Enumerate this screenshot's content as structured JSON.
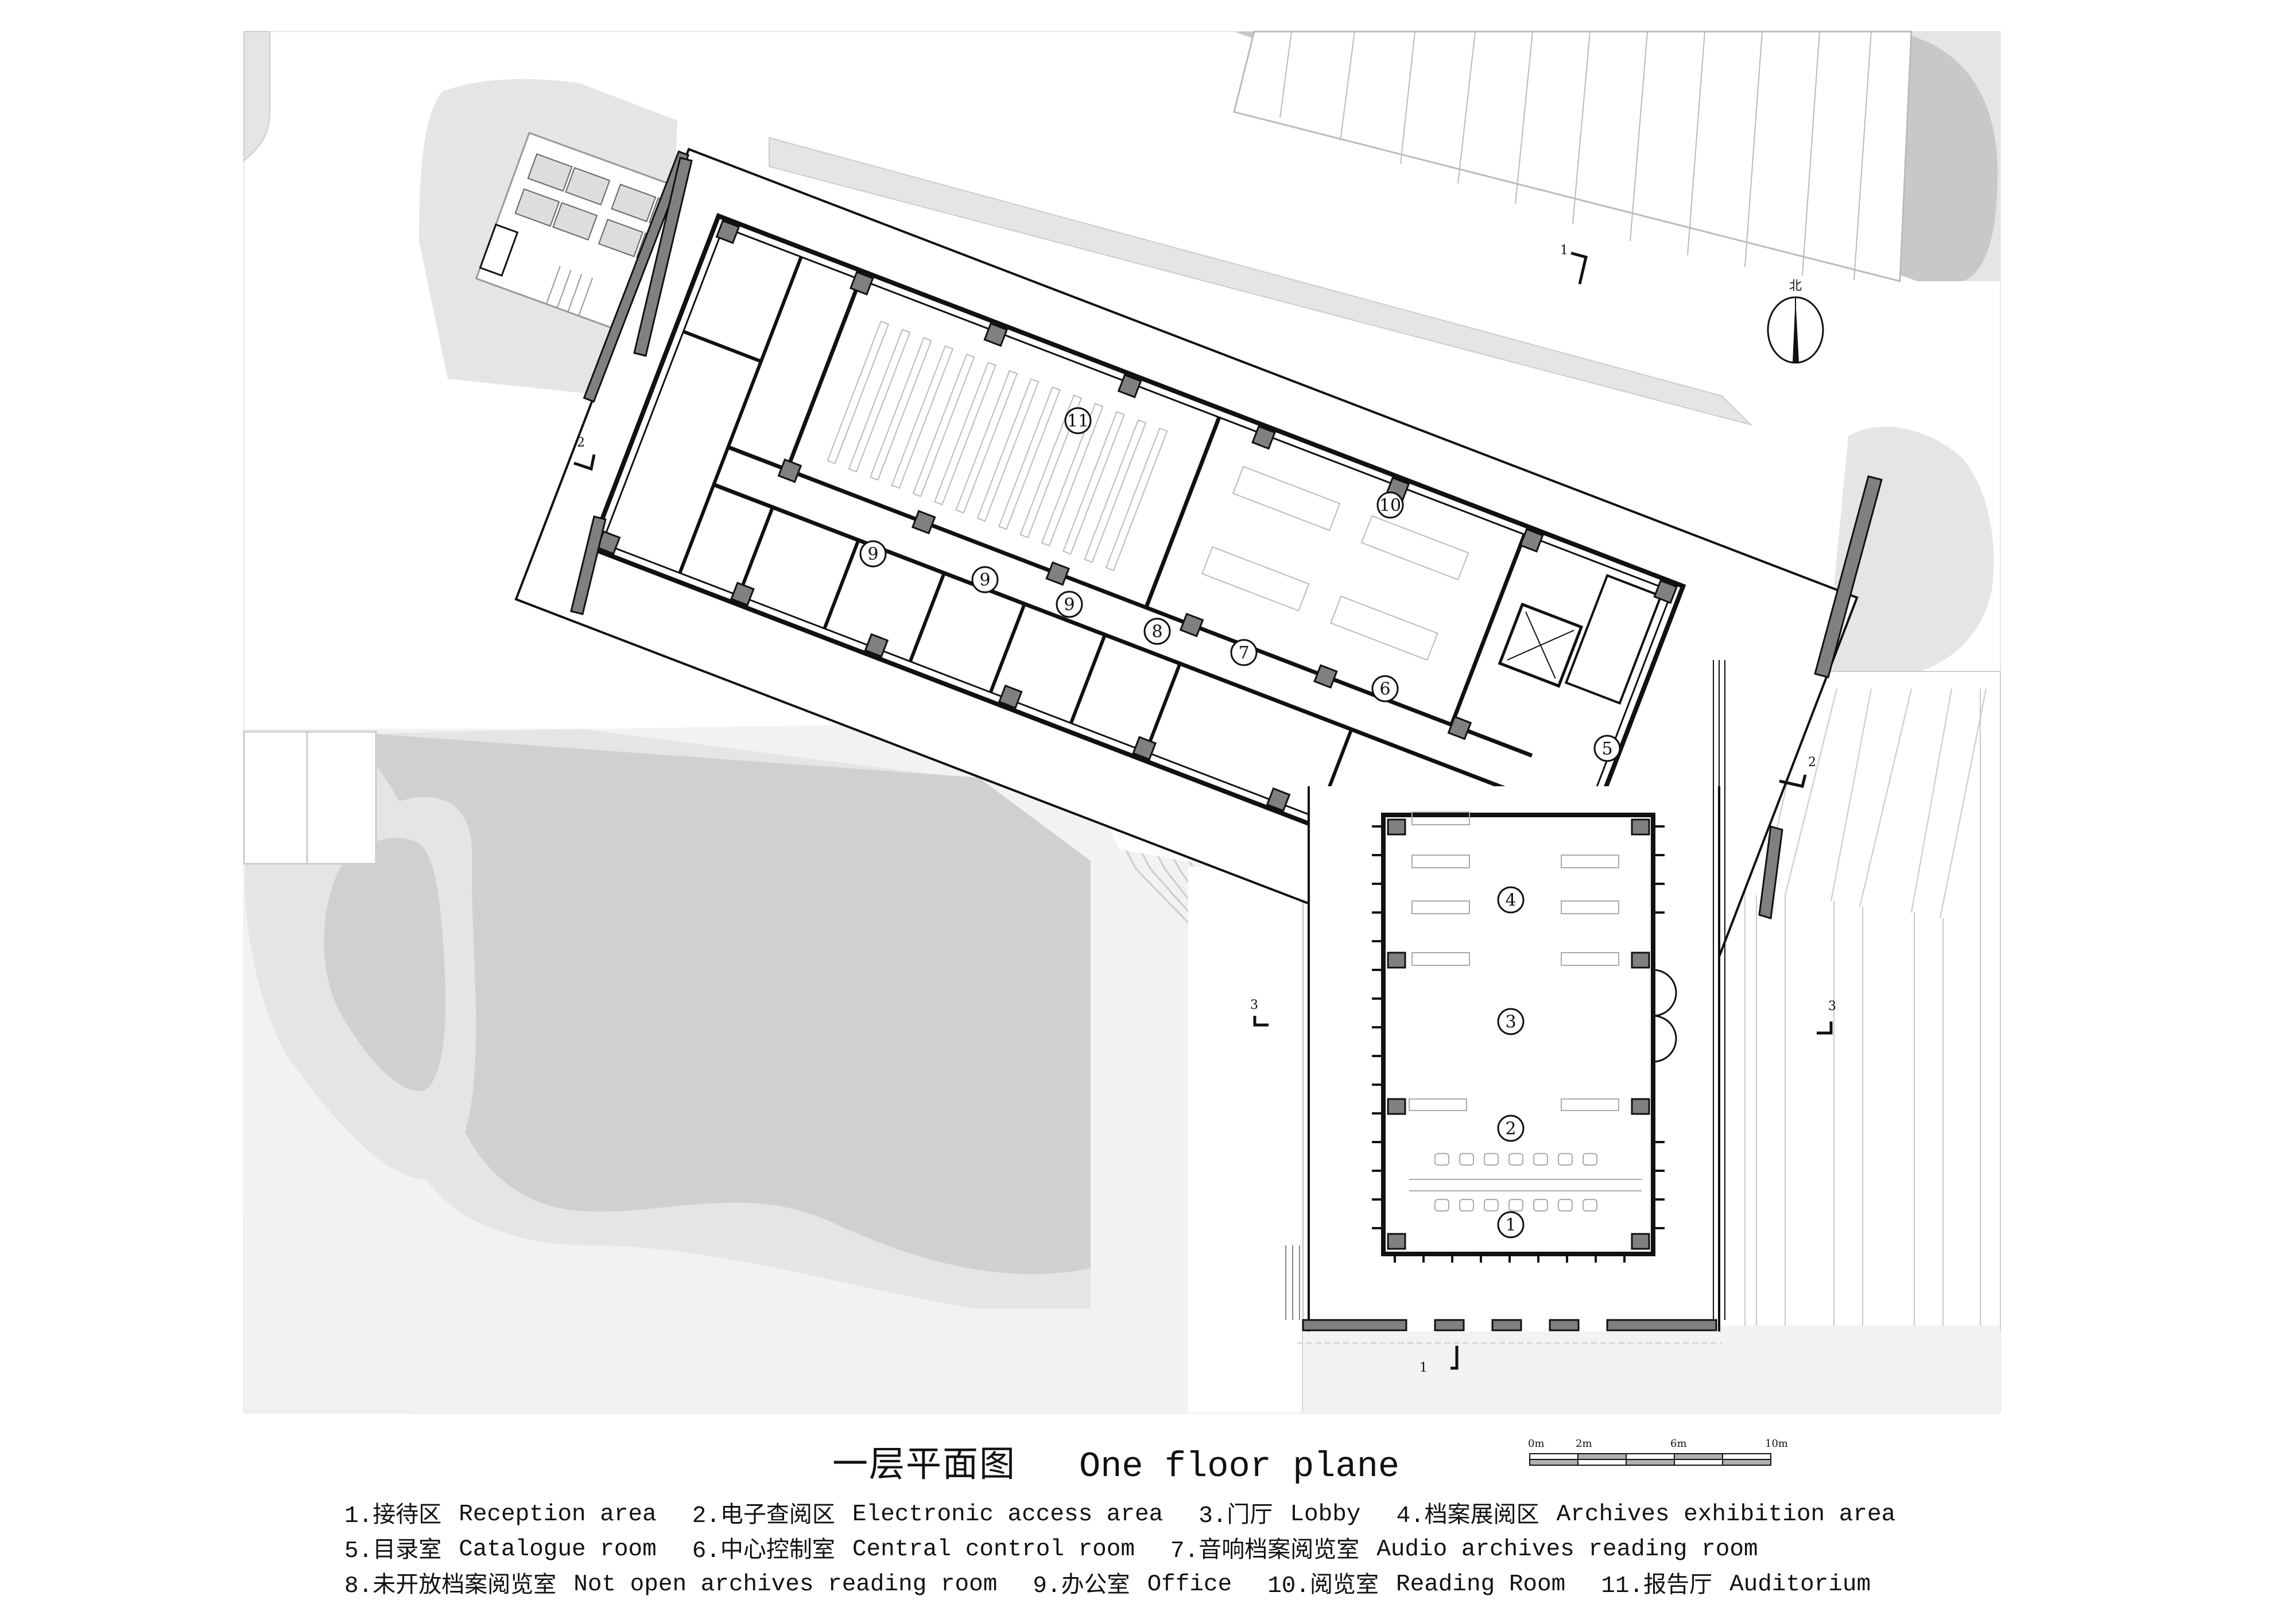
{
  "drawing": {
    "title_cn": "一层平面图",
    "title_en": "One floor plane",
    "north_label": "北",
    "scale_bar": {
      "ticks": [
        "0m",
        "2m",
        "6m",
        "10m"
      ]
    },
    "section_markers": [
      "1",
      "1",
      "2",
      "2",
      "3",
      "3"
    ],
    "room_tags": [
      "1",
      "2",
      "3",
      "4",
      "5",
      "6",
      "7",
      "8",
      "9",
      "9",
      "9",
      "10",
      "11"
    ],
    "colors": {
      "wall_fill": "#808080",
      "landscape_light": "#f2f2f2",
      "landscape_mid": "#e5e5e5",
      "landscape_dark": "#d0d0d0",
      "parking_band": "#c8c8c8",
      "line": "#111111"
    }
  },
  "legend": {
    "rows": [
      [
        {
          "num": "1.",
          "cn": "接待区",
          "en": "Reception area"
        },
        {
          "num": "2.",
          "cn": "电子查阅区",
          "en": "Electronic access area"
        },
        {
          "num": "3.",
          "cn": "门厅",
          "en": "Lobby"
        },
        {
          "num": "4.",
          "cn": "档案展阅区",
          "en": "Archives exhibition area"
        }
      ],
      [
        {
          "num": "5.",
          "cn": "目录室",
          "en": "Catalogue room"
        },
        {
          "num": "6.",
          "cn": "中心控制室",
          "en": "Central control room"
        },
        {
          "num": "7.",
          "cn": "音响档案阅览室",
          "en": "Audio archives reading room"
        }
      ],
      [
        {
          "num": "8.",
          "cn": "未开放档案阅览室",
          "en": "Not open archives reading room"
        },
        {
          "num": "9.",
          "cn": "办公室",
          "en": "Office"
        },
        {
          "num": "10.",
          "cn": "阅览室",
          "en": "Reading Room"
        },
        {
          "num": "11.",
          "cn": "报告厅",
          "en": "Auditorium"
        }
      ]
    ]
  }
}
